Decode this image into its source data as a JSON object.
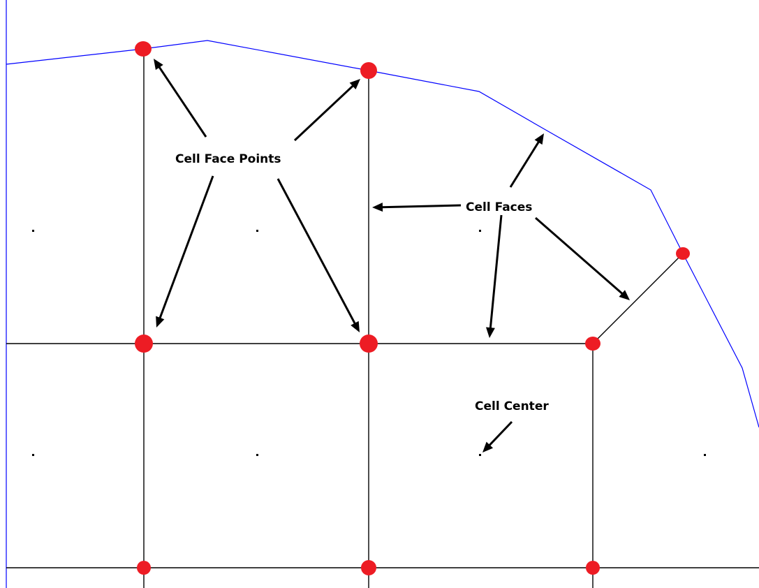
{
  "diagram": {
    "labels": {
      "cell_face_points": "Cell Face Points",
      "cell_faces": "Cell Faces",
      "cell_center": "Cell Center"
    },
    "colors": {
      "grid_lines": "#000000",
      "boundary_line": "#0000ff",
      "face_points": "#ed1c24",
      "arrows": "#000000",
      "background": "#ffffff"
    }
  }
}
